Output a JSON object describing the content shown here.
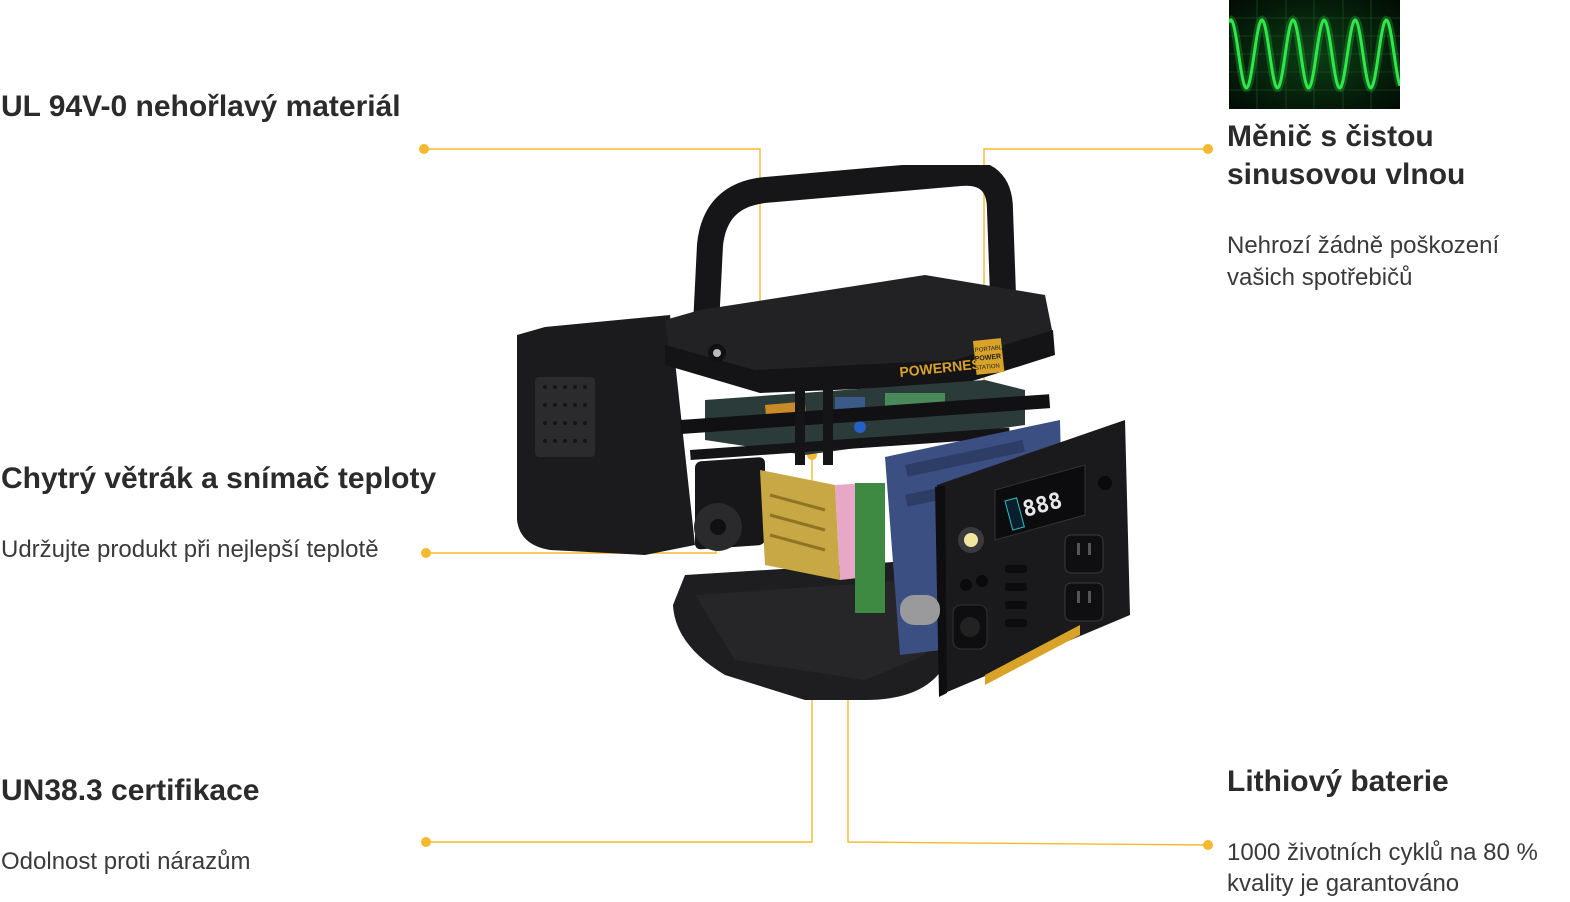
{
  "features": {
    "material": {
      "title": "UL 94V-0 nehořlavý materiál"
    },
    "inverter": {
      "title_line1": "Měnič s čistou",
      "title_line2": "sinusovou vlnou",
      "desc_line1": "Nehrozí žádně poškození",
      "desc_line2": "vašich spotřebičů"
    },
    "fan": {
      "title": "Chytrý větrák a snímač teploty",
      "desc": "Udržujte produkt při nejlepší teplotě"
    },
    "certification": {
      "title": "UN38.3 certifikace",
      "desc": "Odolnost proti nárazům"
    },
    "battery": {
      "title": "Lithiový baterie",
      "desc_line1": "1000 životních cyklů na 80 %",
      "desc_line2": "kvality je garantováno"
    }
  },
  "product": {
    "brand": "POWERNESS",
    "badge": [
      "PORTABLE",
      "POWER",
      "STATION"
    ],
    "display_digits": "888"
  },
  "colors": {
    "accent": "#f5b82e",
    "waveform": "#2ee84a",
    "waveform_bg": "#062a0c",
    "body": "#1c1c1e",
    "panel_blue": "#3c4f82"
  }
}
